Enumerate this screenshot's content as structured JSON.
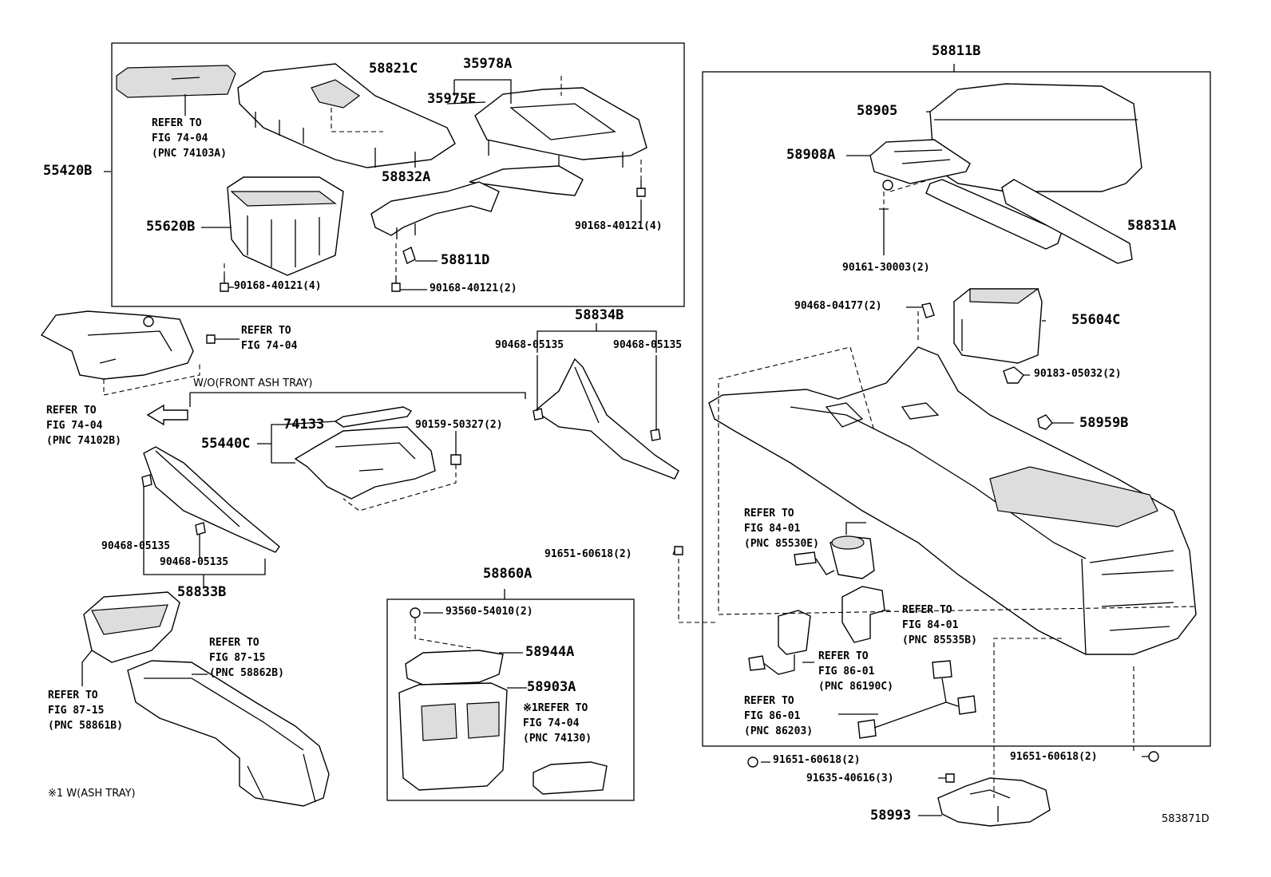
{
  "labels": {
    "l58811B": "58811B",
    "l58821C": "58821C",
    "l35978A": "35978A",
    "l35975E": "35975E",
    "l55420B": "55420B",
    "l55620B": "55620B",
    "l58832A": "58832A",
    "l58811D": "58811D",
    "l90168a": "90168-40121(4)",
    "l90168b": "90168-40121(4)",
    "l90168c": "90168-40121(2)",
    "l58905": "58905",
    "l58908A": "58908A",
    "l58831A": "58831A",
    "l90161": "90161-30003(2)",
    "l90468_04177": "90468-04177(2)",
    "l55604C": "55604C",
    "l90183": "90183-05032(2)",
    "l58959B": "58959B",
    "l58834B": "58834B",
    "l90468a": "90468-05135",
    "l90468b": "90468-05135",
    "l90468c": "90468-05135",
    "l90468d": "90468-05135",
    "l74133": "74133",
    "l55440C": "55440C",
    "l90159": "90159-50327(2)",
    "l58833B": "58833B",
    "l91651a": "91651-60618(2)",
    "l58860A": "58860A",
    "l93560": "93560-54010(2)",
    "l58944A": "58944A",
    "l58903A": "58903A",
    "l91651b": "91651-60618(2)",
    "l91651c": "91651-60618(2)",
    "l91635": "91635-40616(3)",
    "l58993": "58993",
    "wo_front": "W/O(FRONT ASH TRAY)",
    "ash_note": "※1 W(ASH TRAY)",
    "fig_code": "583871D"
  },
  "refs": {
    "r1": [
      "REFER TO",
      "FIG 74-04",
      "(PNC 74103A)"
    ],
    "r2": [
      "REFER TO",
      "FIG 74-04"
    ],
    "r3": [
      "REFER TO",
      "FIG 74-04",
      "(PNC 74102B)"
    ],
    "r4": [
      "REFER TO",
      "FIG 87-15",
      "(PNC 58862B)"
    ],
    "r5": [
      "REFER TO",
      "FIG 87-15",
      "(PNC 58861B)"
    ],
    "r6": [
      "※1REFER TO",
      "FIG 74-04",
      "(PNC 74130)"
    ],
    "r7": [
      "REFER TO",
      "FIG 84-01",
      "(PNC 85530E)"
    ],
    "r8": [
      "REFER TO",
      "FIG 84-01",
      "(PNC 85535B)"
    ],
    "r9": [
      "REFER TO",
      "FIG 86-01",
      "(PNC 86190C)"
    ],
    "r10": [
      "REFER TO",
      "FIG 86-01",
      "(PNC 86203)"
    ]
  }
}
